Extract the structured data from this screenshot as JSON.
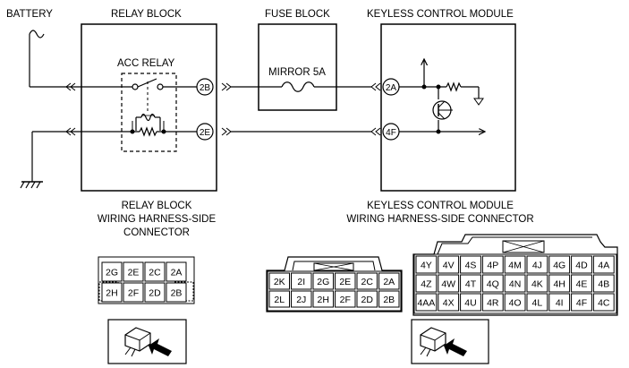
{
  "labels": {
    "battery": "BATTERY",
    "relay_block": "RELAY BLOCK",
    "fuse_block": "FUSE BLOCK",
    "keyless_control_module": "KEYLESS CONTROL MODULE",
    "acc_relay": "ACC RELAY",
    "mirror_fuse": "MIRROR 5A"
  },
  "terminals": {
    "relay_out": "2B",
    "relay_ground": "2E",
    "kcm_input": "2A",
    "kcm_ground": "4F"
  },
  "connector_titles": {
    "relay_block": [
      "RELAY BLOCK",
      "WIRING HARNESS-SIDE",
      "CONNECTOR"
    ],
    "kcm": [
      "KEYLESS CONTROL MODULE",
      "WIRING HARNESS-SIDE CONNECTOR"
    ]
  },
  "relay_connector": {
    "row1": [
      "2G",
      "2E",
      "2C",
      "2A"
    ],
    "row2": [
      "2H",
      "2F",
      "2D",
      "2B"
    ]
  },
  "kcm_connector_2": {
    "row1": [
      "2K",
      "2I",
      "2G",
      "2E",
      "2C",
      "2A"
    ],
    "row2": [
      "2L",
      "2J",
      "2H",
      "2F",
      "2D",
      "2B"
    ]
  },
  "kcm_connector_4": {
    "row1": [
      "4Y",
      "4V",
      "4S",
      "4P",
      "4M",
      "4J",
      "4G",
      "4D",
      "4A"
    ],
    "row2": [
      "4Z",
      "4W",
      "4T",
      "4Q",
      "4N",
      "4K",
      "4H",
      "4E",
      "4B"
    ],
    "row3": [
      "4AA",
      "4X",
      "4U",
      "4R",
      "4O",
      "4L",
      "4I",
      "4F",
      "4C"
    ]
  }
}
